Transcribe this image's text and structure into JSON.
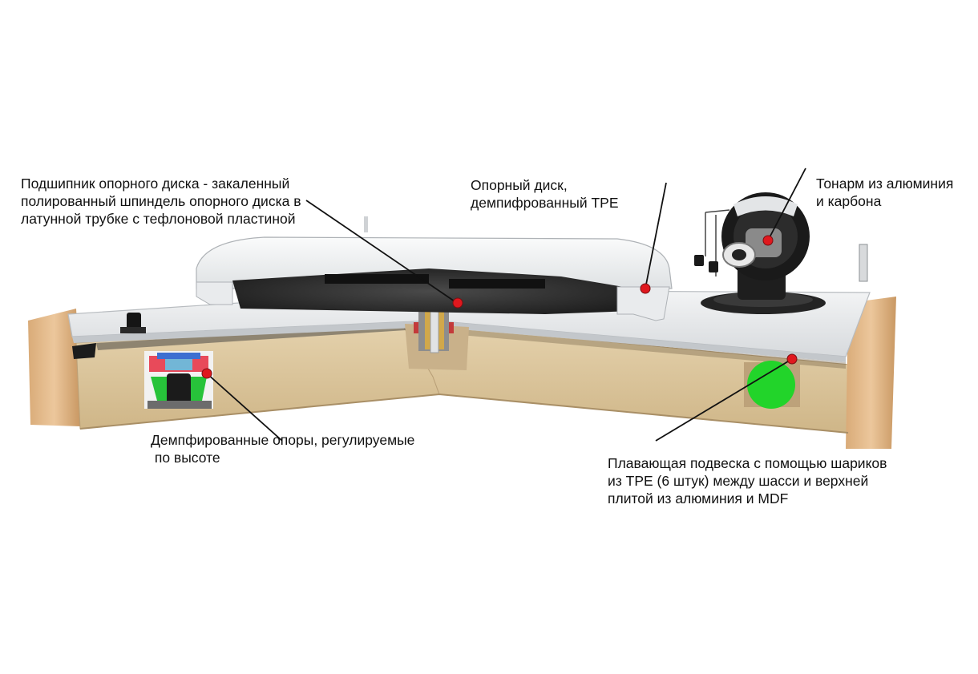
{
  "labels": {
    "bearing": "Подшипник опорного диска - закаленный\nполированный шпиндель опорного диска в\nлатунной трубке с тефлоновой пластиной",
    "platter": "Опорный диск,\nдемпифрованный TPE",
    "tonearm": "Тонарм из алюминия\nи карбона",
    "feet": "Демпфированные опоры, регулируемые\n по высоте",
    "suspension": "Плавающая подвеска с помощью шариков\nиз TPE (6 штук) между шасси и верхней\nплитой из алюминия и MDF"
  },
  "colors": {
    "marker": "#e0181e",
    "tpe_ball": "#22d42a",
    "mdf": "#ddc79d",
    "wood": "#e2b98c",
    "plate": "#e6e8ea",
    "platter": "#eef0f1",
    "tonearm": "#1a1a1a"
  }
}
